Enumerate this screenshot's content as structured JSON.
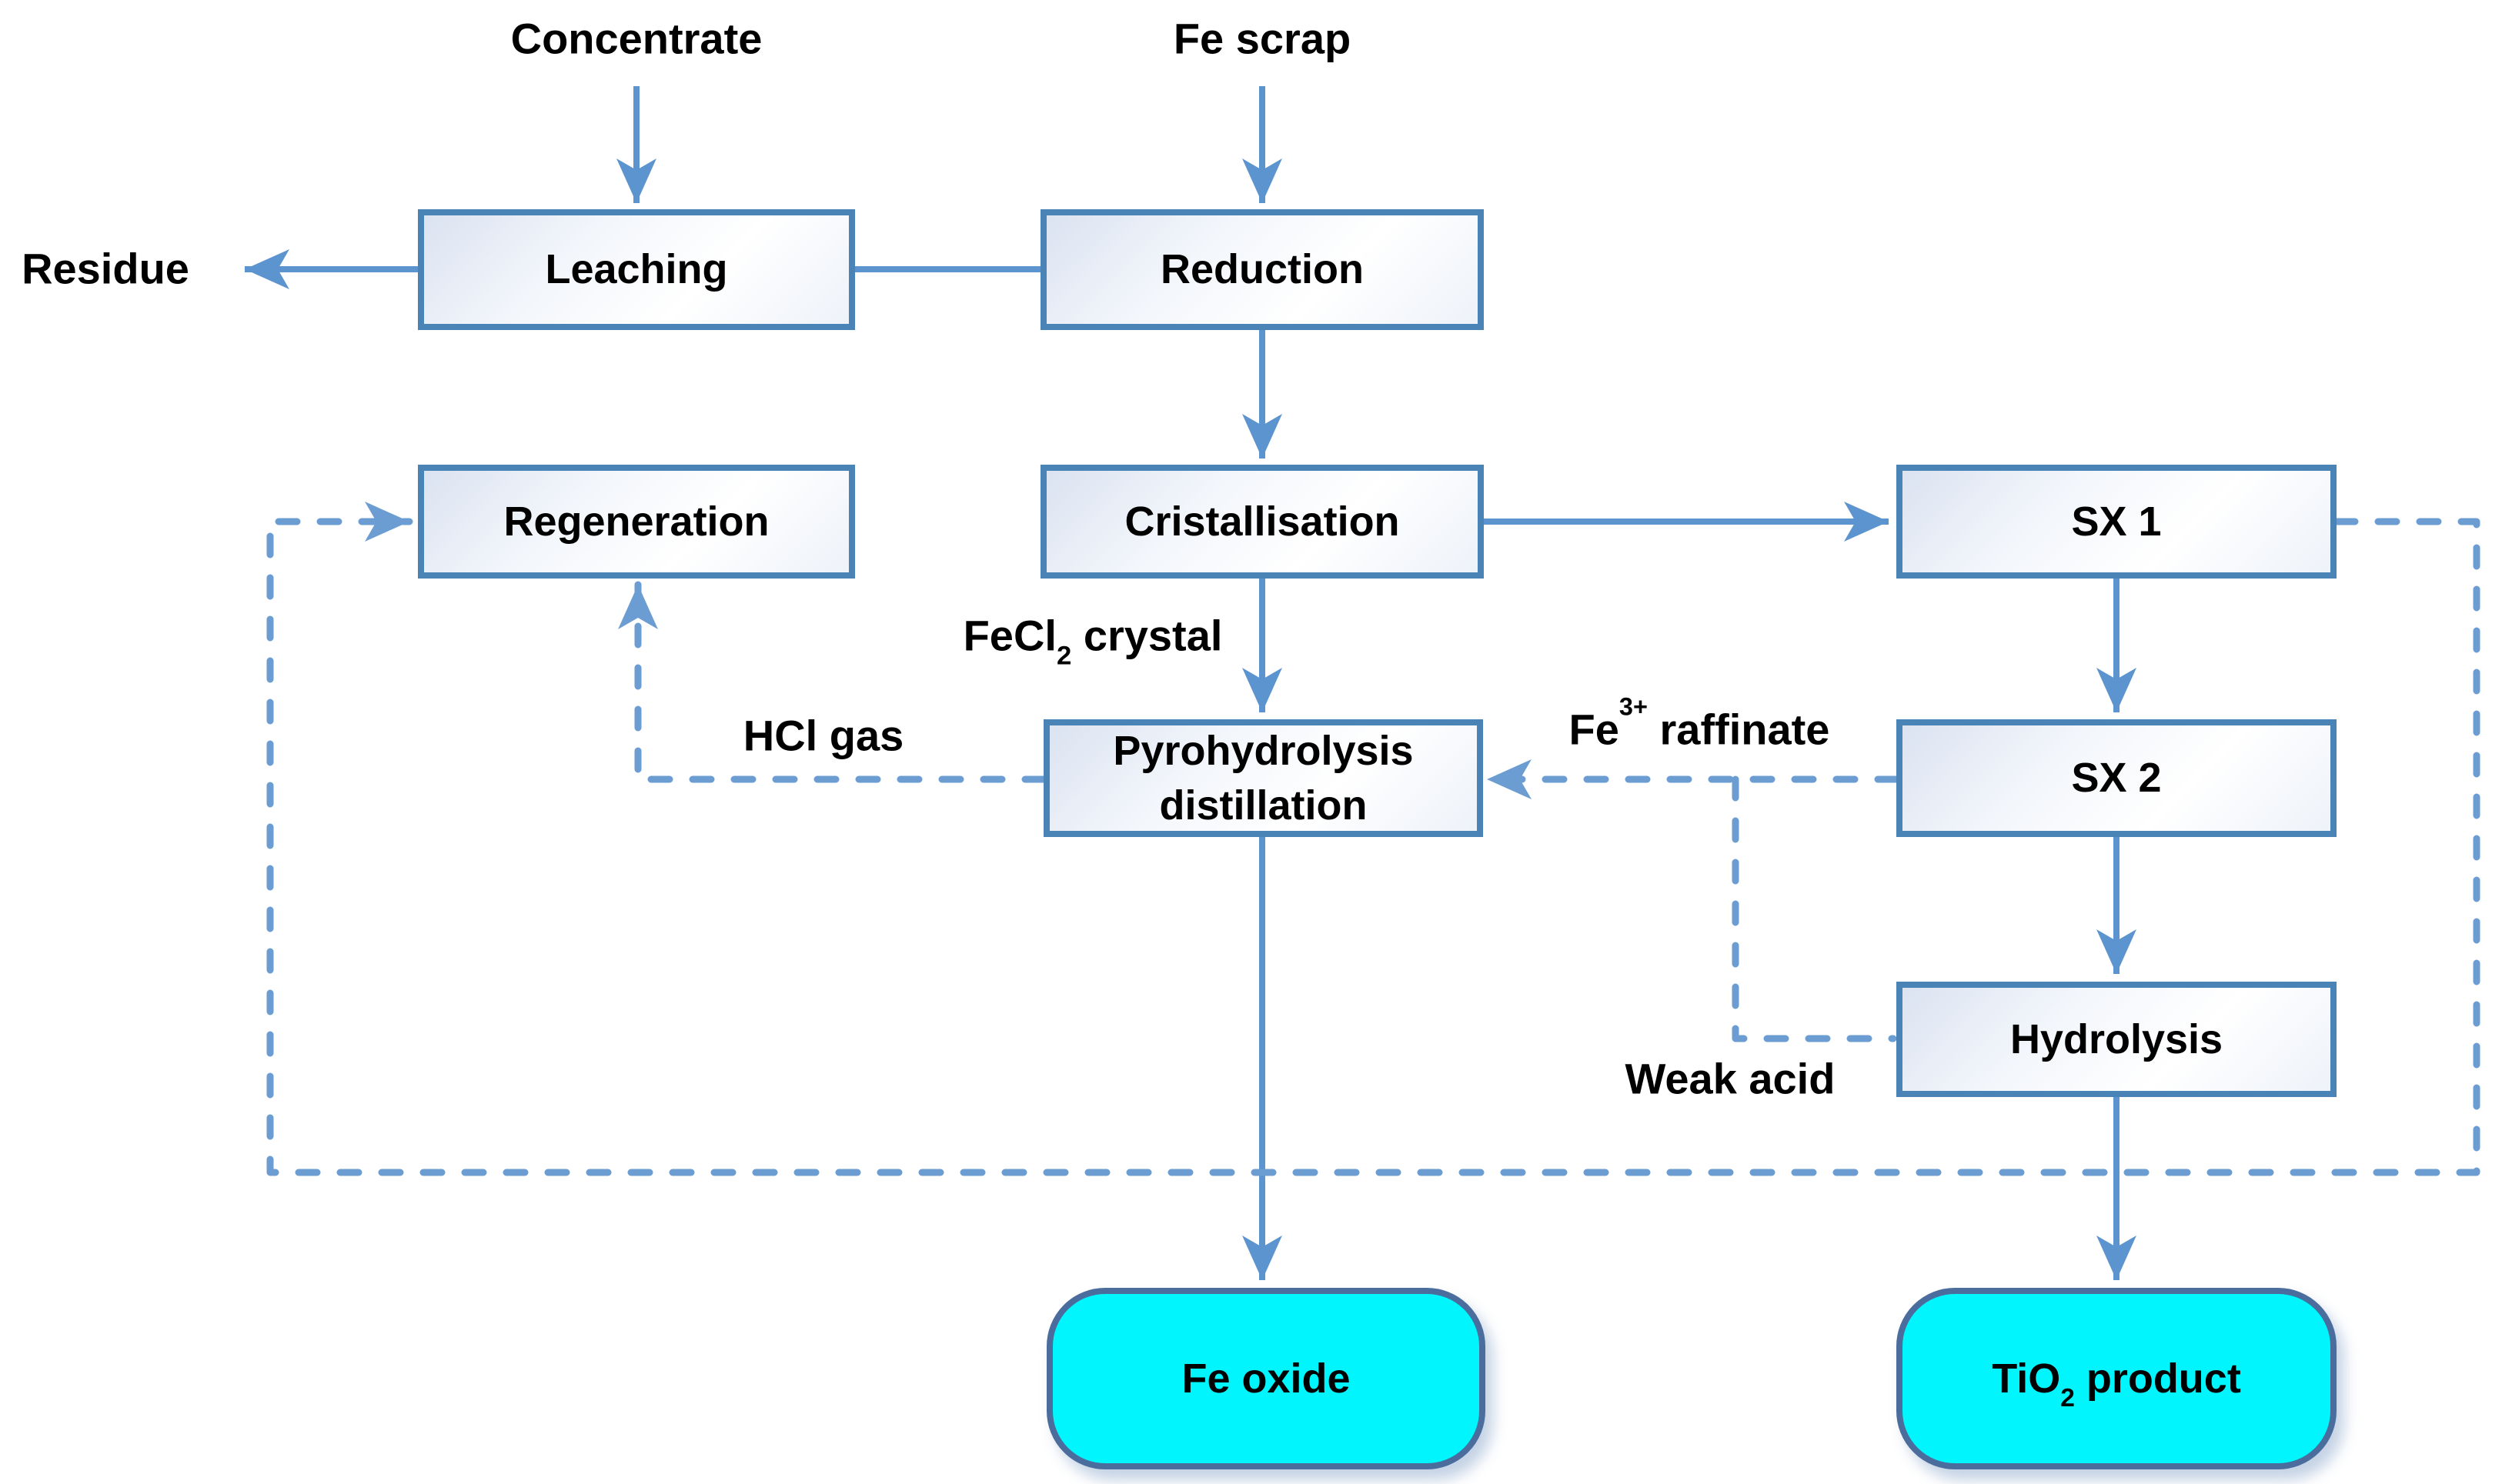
{
  "colors": {
    "box_border": "#4a83b6",
    "connector": "#5b94ce",
    "dashed": "#6b9dd2",
    "terminal_fill": "#00f6fc",
    "terminal_border": "#4a6d9e",
    "text": "#000000"
  },
  "nodes": {
    "leaching": {
      "label": "Leaching"
    },
    "reduction": {
      "label": "Reduction"
    },
    "regeneration": {
      "label": "Regeneration"
    },
    "cristallisation": {
      "label": "Cristallisation"
    },
    "sx1": {
      "label": "SX 1"
    },
    "pyrohydrolysis": {
      "line1": "Pyrohydrolysis",
      "line2": "distillation"
    },
    "sx2": {
      "label": "SX 2"
    },
    "hydrolysis": {
      "label": "Hydrolysis"
    },
    "fe_oxide": {
      "label": "Fe oxide"
    },
    "tio2_product": {
      "pre": "TiO",
      "sub": "2",
      "post": " product"
    }
  },
  "labels": {
    "concentrate": "Concentrate",
    "fe_scrap": "Fe scrap",
    "residue": "Residue",
    "fecl2_crystal": {
      "pre": "FeCl",
      "sub": "2",
      "post": " crystal"
    },
    "hcl_gas": "HCl gas",
    "fe3_raffinate": {
      "pre": "Fe",
      "sup": "3+",
      "post": " raffinate"
    },
    "weak_acid": "Weak acid"
  }
}
